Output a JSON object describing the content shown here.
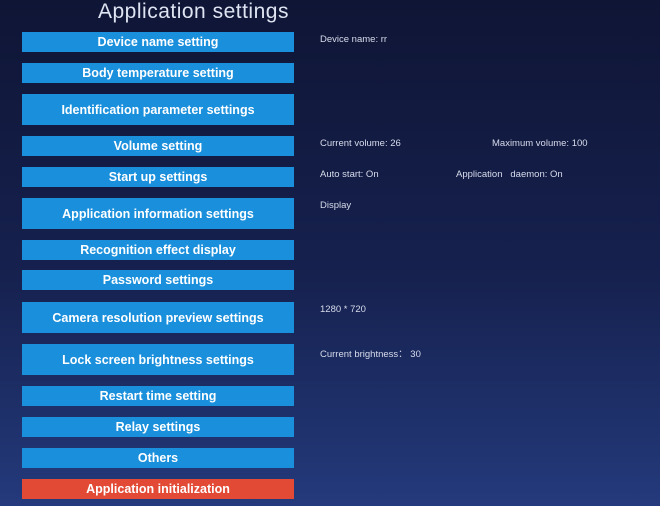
{
  "header": {
    "title": "Application settings"
  },
  "menu": {
    "device_name": "Device name setting",
    "body_temperature": "Body temperature setting",
    "identification": "Identification parameter settings",
    "volume": "Volume setting",
    "startup": "Start up settings",
    "app_info": "Application information settings",
    "recognition_display": "Recognition effect display",
    "password": "Password settings",
    "camera_resolution": "Camera resolution preview settings",
    "lock_brightness": "Lock screen brightness settings",
    "restart_time": "Restart time setting",
    "relay": "Relay settings",
    "others": "Others",
    "app_init": "Application initialization"
  },
  "info": {
    "device_name": "Device name: rr",
    "current_volume": "Current volume: 26",
    "maximum_volume": "Maximum volume: 100",
    "auto_start": "Auto start: On",
    "app_daemon": "Application   daemon: On",
    "display": "Display",
    "resolution": "1280 * 720",
    "brightness": "Current brightness： 30"
  },
  "colors": {
    "button": "#1a8fdc",
    "danger_button": "#e24a36",
    "background_top": "#0f1535",
    "background_bottom": "#243a7c"
  }
}
